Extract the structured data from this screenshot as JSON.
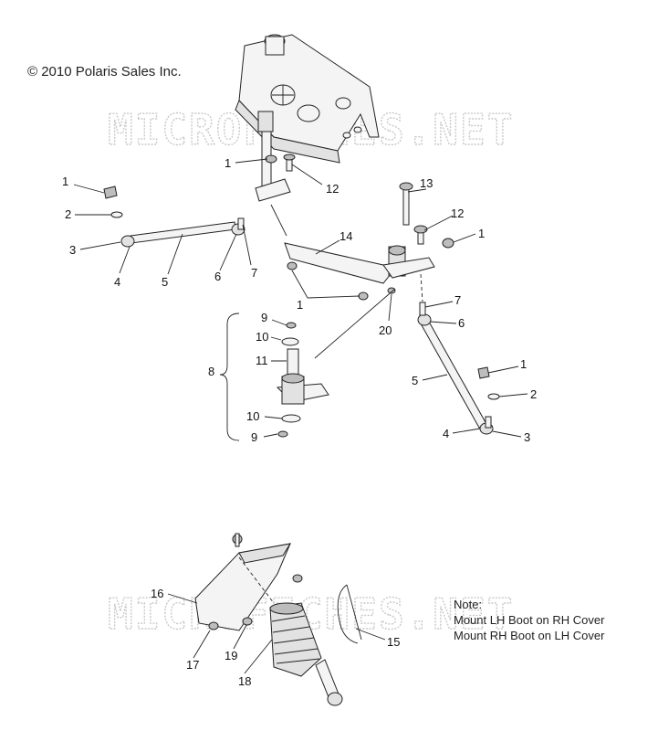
{
  "copyright": "© 2010 Polaris Sales Inc.",
  "watermark": "MICROFICHES.NET",
  "note": {
    "heading": "Note:",
    "lines": [
      "Mount LH Boot on RH Cover",
      "Mount RH Boot on LH Cover"
    ]
  },
  "callouts": {
    "c1a": "1",
    "c12a": "12",
    "c1b": "1",
    "c2a": "2",
    "c3a": "3",
    "c4a": "4",
    "c5a": "5",
    "c6a": "6",
    "c7a": "7",
    "c13": "13",
    "c12b": "12",
    "c1c": "1",
    "c14": "14",
    "c1d": "1",
    "c20": "20",
    "c7b": "7",
    "c6b": "6",
    "c9a": "9",
    "c10a": "10",
    "c11": "11",
    "c8": "8",
    "c10b": "10",
    "c9b": "9",
    "c5b": "5",
    "c1e": "1",
    "c2b": "2",
    "c4b": "4",
    "c3b": "3",
    "c16": "16",
    "c17": "17",
    "c19": "19",
    "c18": "18",
    "c15": "15"
  }
}
